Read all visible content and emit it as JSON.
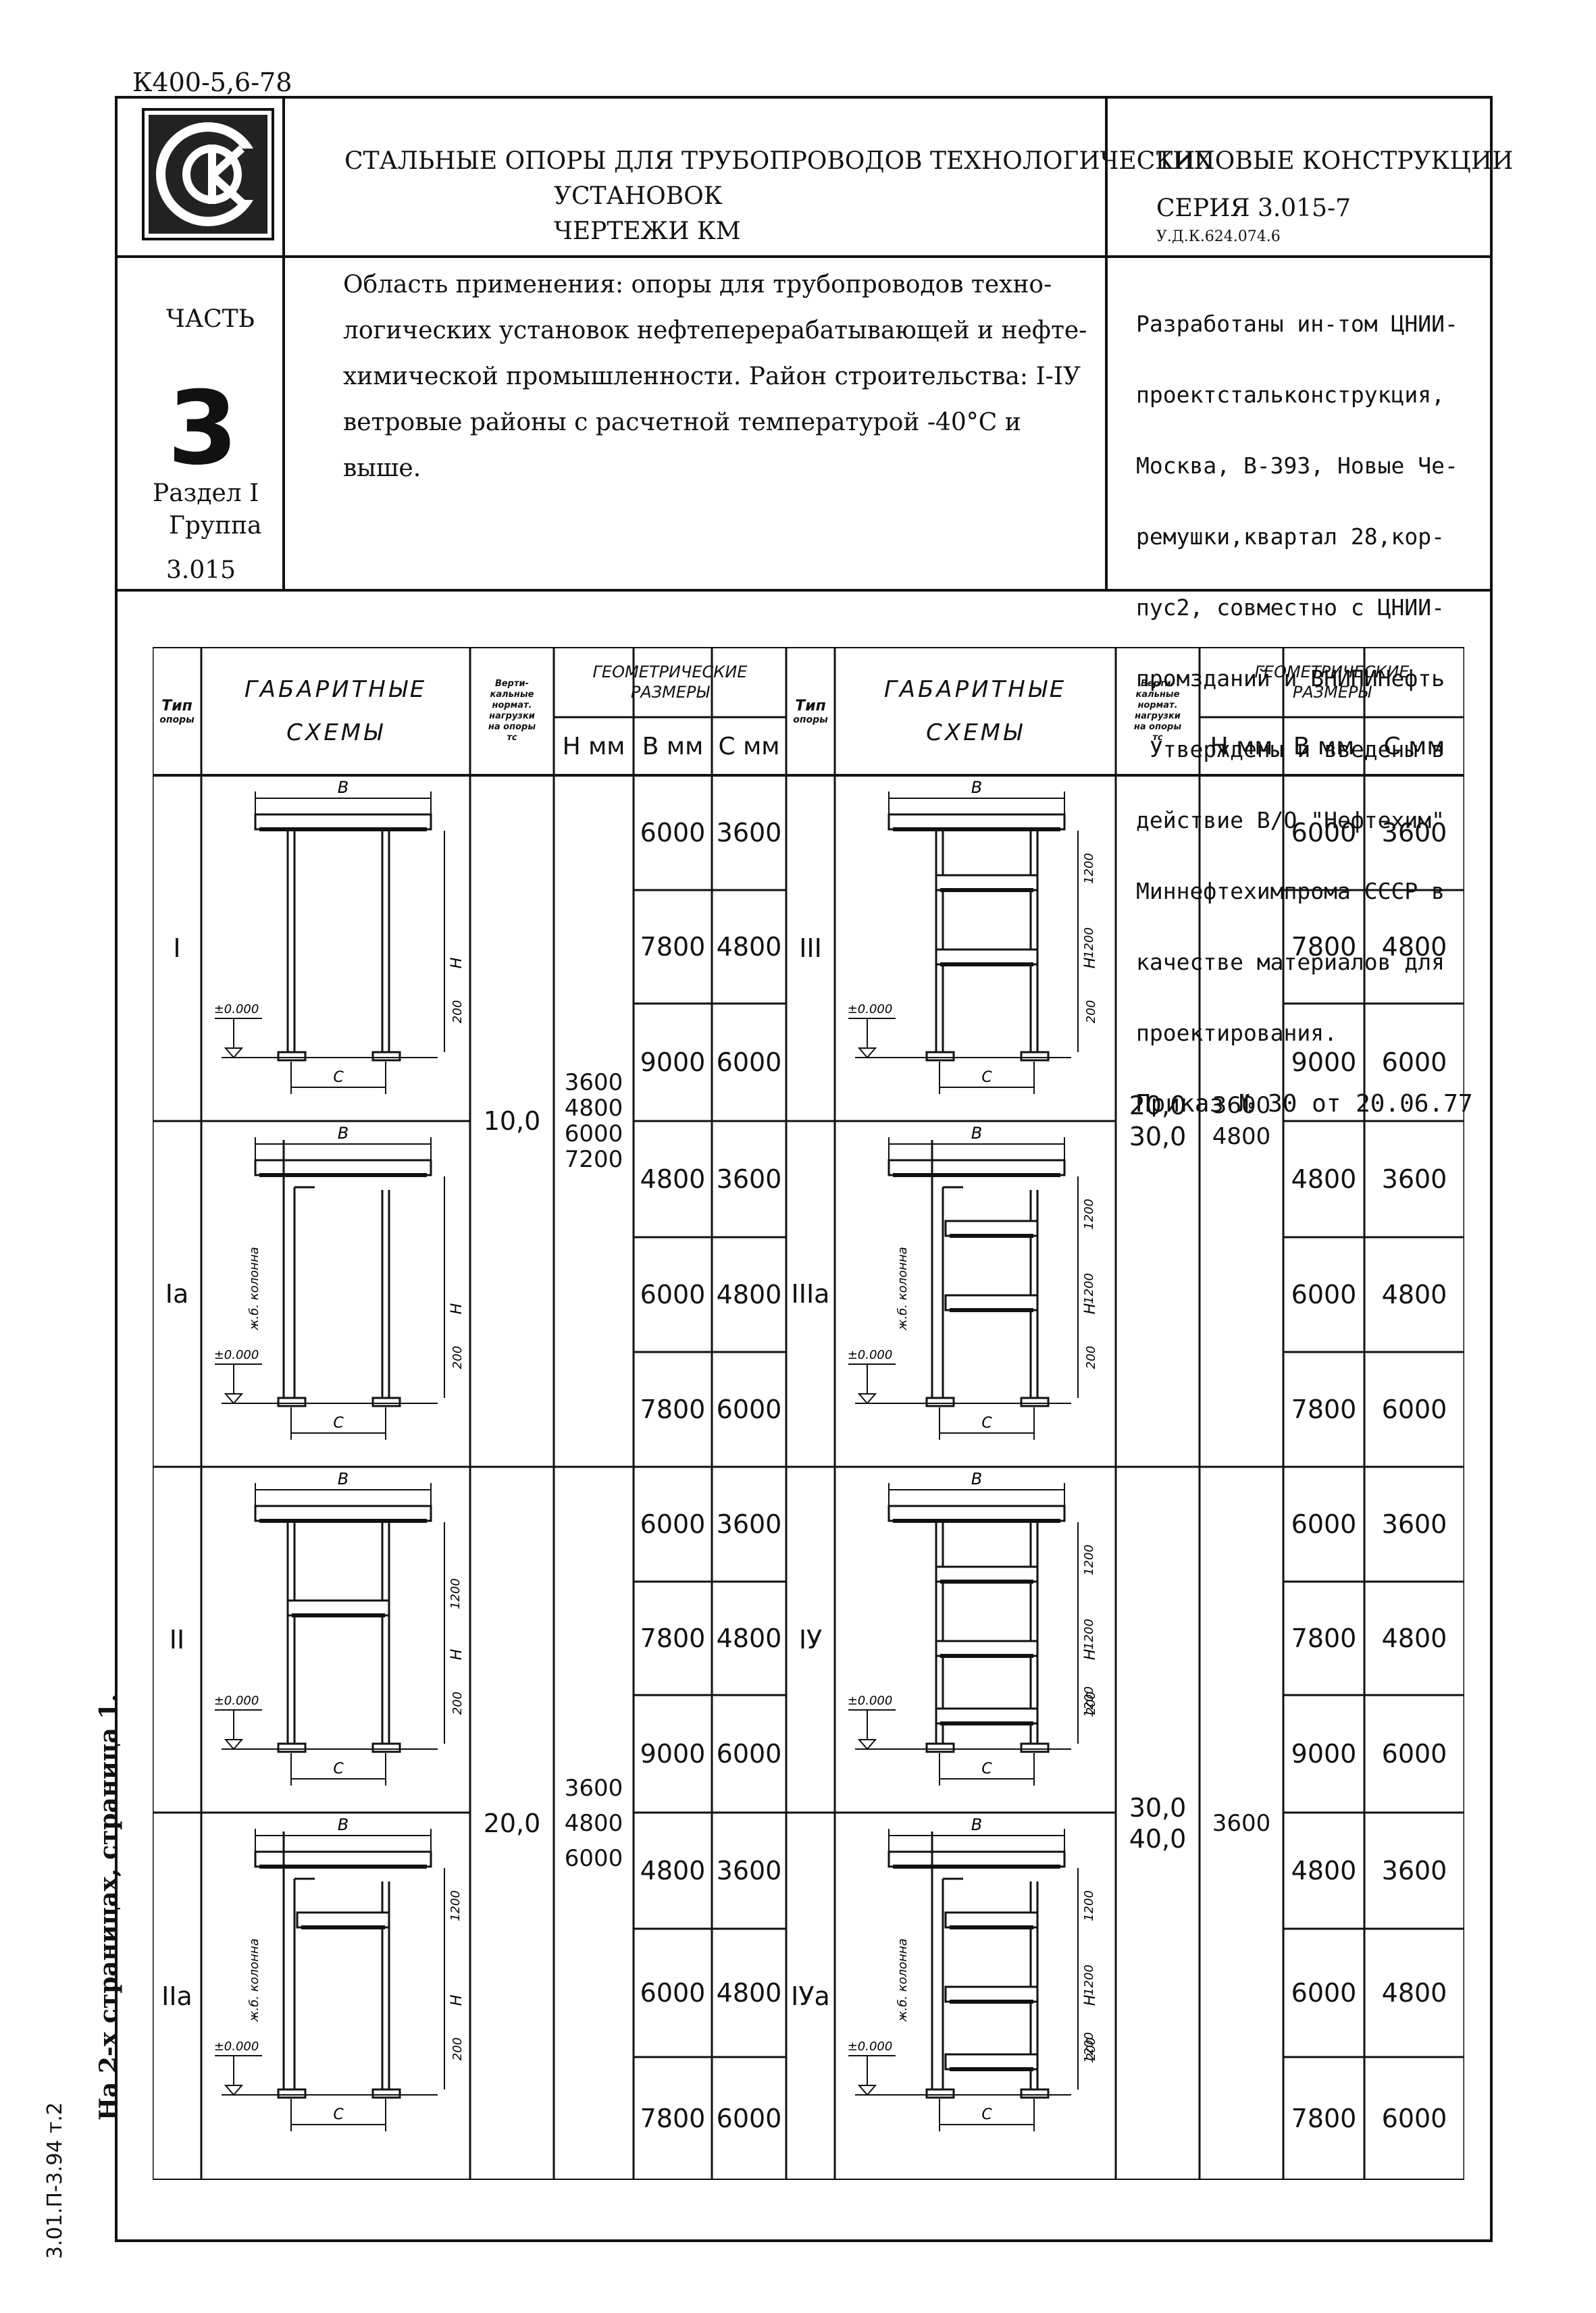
{
  "doc_code": "К400-5,6-78",
  "title_line1": "СТАЛЬНЫЕ ОПОРЫ ДЛЯ ТРУБОПРОВОДОВ ТЕХНОЛОГИЧЕСКИХ",
  "title_line2": "УСТАНОВОК",
  "title_line3": "ЧЕРТЕЖИ КМ",
  "series_label1": "ТИПОВЫЕ КОНСТРУКЦИИ",
  "series_label2": "СЕРИЯ 3.015-7",
  "udk": "У.Д.К.624.074.6",
  "part_label": "ЧАСТЬ",
  "part_number": "3",
  "section_label": "Раздел I",
  "group_label": "Группа",
  "group_number": "3.015",
  "scope_lines": [
    "Область применения: опоры для трубопроводов техно-",
    "логических установок нефтеперерабатывающей и нефте-",
    "химической промышленности. Район строительства: I-IУ",
    "ветровые районы с расчетной температурой -40°С и",
    "выше."
  ],
  "dev_lines": [
    "Разработаны ин-том ЦНИИ-",
    "проектстальконструкция,",
    "Москва, В-393, Новые Че-",
    "ремушки,квартал 28,кор-",
    "пус2, совместно с ЦНИИ-",
    "промзданий и ВНИПИНефть",
    " Утверждены и введены в",
    "действие В/О \"Нефтехим\"",
    "Миннефтехимпрома СССР в",
    "качестве материалов для",
    "проектирования.",
    "Приказ № 30 от 20.06.77"
  ],
  "side_note_1": "На 2-х страницах, страница 1.",
  "side_note_2": "3.01.П-3.94 т.2",
  "table": {
    "headers": {
      "type": [
        "Тип",
        "опоры"
      ],
      "schemes": [
        "ГАБАРИТНЫЕ",
        "СХЕМЫ"
      ],
      "load": [
        "Верти-",
        "кальные",
        "нормат.",
        "нагрузки",
        "на опоры",
        "тс"
      ],
      "geom": [
        "ГЕОМЕТРИЧЕСКИЕ",
        "РАЗМЕРЫ"
      ],
      "h": "Н мм",
      "b": "В мм",
      "c": "С мм"
    },
    "left_types": [
      "I",
      "Iа",
      "II",
      "IIа"
    ],
    "right_types": [
      "III",
      "IIIа",
      "IУ",
      "IУа"
    ],
    "left_loads": [
      "10,0",
      "20,0"
    ],
    "right_loads": [
      "20,0\n30,0",
      "30,0\n40,0"
    ],
    "left_heights": [
      "3600\n4800\n6000\n7200",
      "3600\n4800\n6000"
    ],
    "right_heights": [
      "3600\n4800",
      "3600"
    ],
    "bc_rows": [
      {
        "b": "6000",
        "c": "3600"
      },
      {
        "b": "7800",
        "c": "4800"
      },
      {
        "b": "9000",
        "c": "6000"
      },
      {
        "b": "4800",
        "c": "3600"
      },
      {
        "b": "6000",
        "c": "4800"
      },
      {
        "b": "7800",
        "c": "6000"
      },
      {
        "b": "6000",
        "c": "3600"
      },
      {
        "b": "7800",
        "c": "4800"
      },
      {
        "b": "9000",
        "c": "6000"
      },
      {
        "b": "4800",
        "c": "3600"
      },
      {
        "b": "6000",
        "c": "4800"
      },
      {
        "b": "7800",
        "c": "6000"
      }
    ],
    "drawing_labels": {
      "b": "В",
      "c": "С",
      "h": "Н",
      "level": "±0.000",
      "d200": "200",
      "d1200": "1200",
      "column": "ж.б. колонна"
    }
  }
}
